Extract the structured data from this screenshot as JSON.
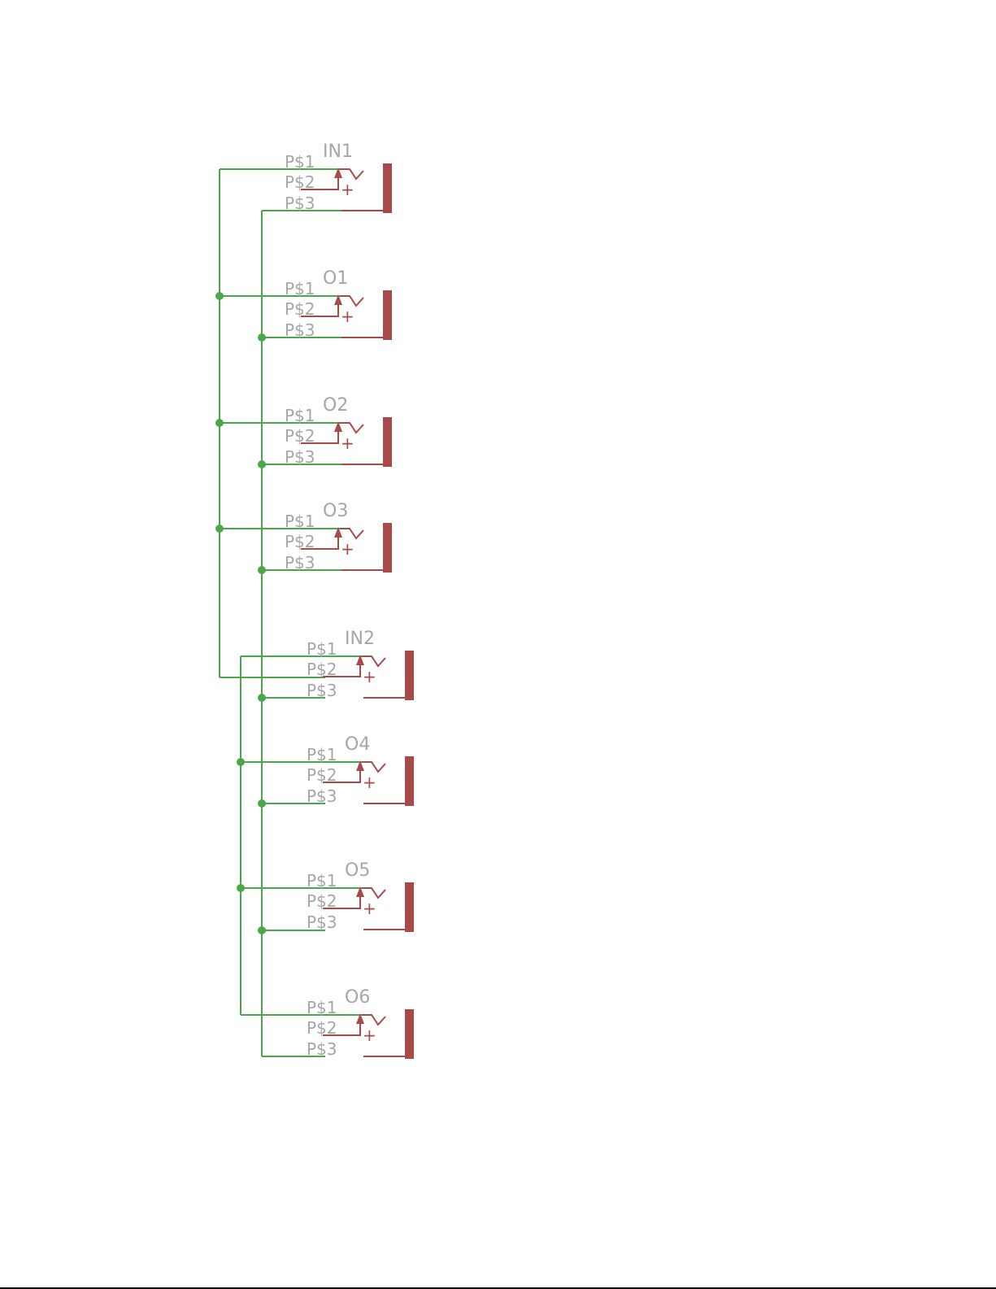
{
  "schematic": {
    "colors": {
      "wire": "#4aa84a",
      "component": "#a84a4a",
      "label": "#a6a6a6",
      "background": "#ffffff"
    },
    "pin_labels": [
      "P$1",
      "P$2",
      "P$3"
    ],
    "plus_sign": "+",
    "jacks": [
      {
        "ref": "IN1"
      },
      {
        "ref": "O1"
      },
      {
        "ref": "O2"
      },
      {
        "ref": "O3"
      },
      {
        "ref": "IN2"
      },
      {
        "ref": "O4"
      },
      {
        "ref": "O5"
      },
      {
        "ref": "O6"
      }
    ]
  }
}
